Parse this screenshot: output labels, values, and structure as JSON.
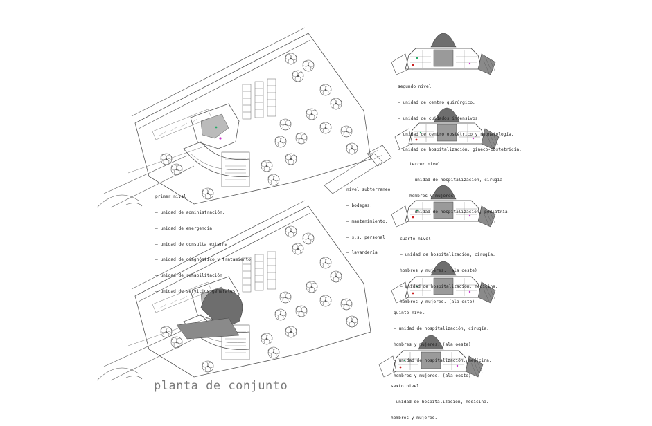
{
  "sheet_title": "planta de conjunto",
  "colors": {
    "line": "#555555",
    "fill": "#6e6e6e",
    "light": "#9a9a9a",
    "accent_red": "#cc2222",
    "accent_green": "#22aa66",
    "accent_magenta": "#cc33cc"
  },
  "notes": {
    "primer": {
      "title": "primer nivel",
      "lines": [
        "— unidad de administración.",
        "— unidad de emergencia",
        "— unidad de consulta externa",
        "— unidad de diagnóstico y tratamiento",
        "— unidad de rehabilitación",
        "— unidad de servicios generales"
      ]
    },
    "subterraneo": {
      "title": "nivel subterraneo",
      "lines": [
        "— bodegas.",
        "— mantenimiento.",
        "— s.s. personal",
        "— lavandería"
      ]
    },
    "segundo": {
      "title": "segundo nivel",
      "lines": [
        "— unidad de centro quirúrgico.",
        "— unidad de cuidados intensivos.",
        "— unidad de centro obstétrico y neonatología.",
        "— unidad de hospitalización, gineco-obstetricia."
      ]
    },
    "tercer": {
      "title": "tercer nivel",
      "lines": [
        "— unidad de hospitalización, cirugía",
        "hombres y mujeres.",
        "— unidad de hospitalización, pediatría."
      ]
    },
    "cuarto": {
      "title": "cuarto nivel",
      "lines": [
        "— unidad de hospitalización, cirugía.",
        "hombres y mujeres. (ala oeste)",
        "— unidad de hospitalización, medicina.",
        "hombres y mujeres. (ala este)"
      ]
    },
    "quinto": {
      "title": "quinto nivel",
      "lines": [
        "— unidad de hospitalización, cirugía.",
        "hombres y mujeres. (ala oeste)",
        "— unidad de hospitalización, medicina.",
        "hombres y mujeres. (ala oeste)"
      ]
    },
    "sexto": {
      "title": "sexto nivel",
      "lines": [
        "— unidad de hospitalización, medicina.",
        "hombres y mujeres."
      ]
    }
  }
}
